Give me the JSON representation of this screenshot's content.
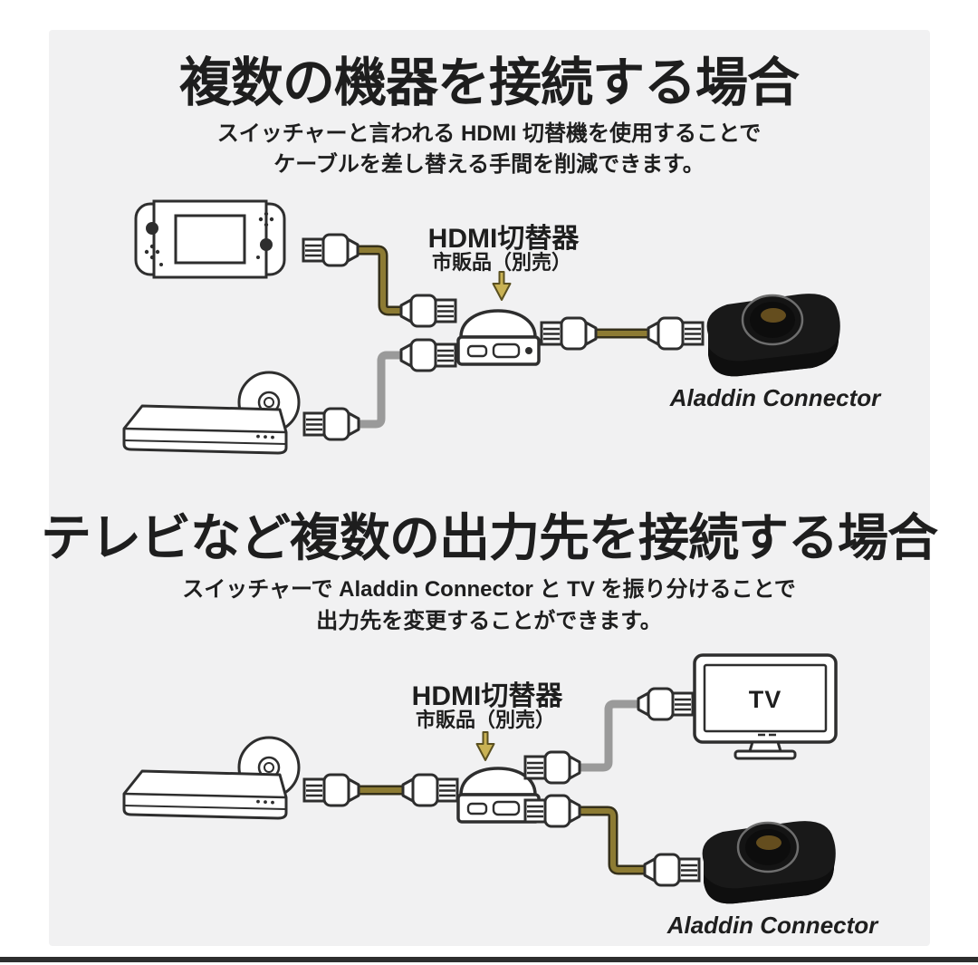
{
  "colors": {
    "background": "#ffffff",
    "panel": "#f1f1f2",
    "ink": "#1e1e1e",
    "line_art": "#2e2e2e",
    "cable_gold": "#8d7b33",
    "cable_gray": "#9a9a9a",
    "arrow_gold": "#c9b254",
    "device_black": "#191919"
  },
  "section1": {
    "title": "複数の機器を接続する場合",
    "subtitle_lines": [
      "スイッチャーと言われる HDMI 切替機を使用することで",
      "ケーブルを差し替える手間を削減できます。"
    ],
    "switcher_label": "HDMI切替器",
    "switcher_note": "市販品（別売）",
    "aladdin_label": "Aladdin Connector"
  },
  "section2": {
    "title": "テレビなど複数の出力先を接続する場合",
    "subtitle_lines": [
      "スイッチャーで Aladdin Connector と TV を振り分けることで",
      "出力先を変更することができます。"
    ],
    "switcher_label": "HDMI切替器",
    "switcher_note": "市販品（別売）",
    "tv_label": "TV",
    "aladdin_label": "Aladdin Connector"
  }
}
